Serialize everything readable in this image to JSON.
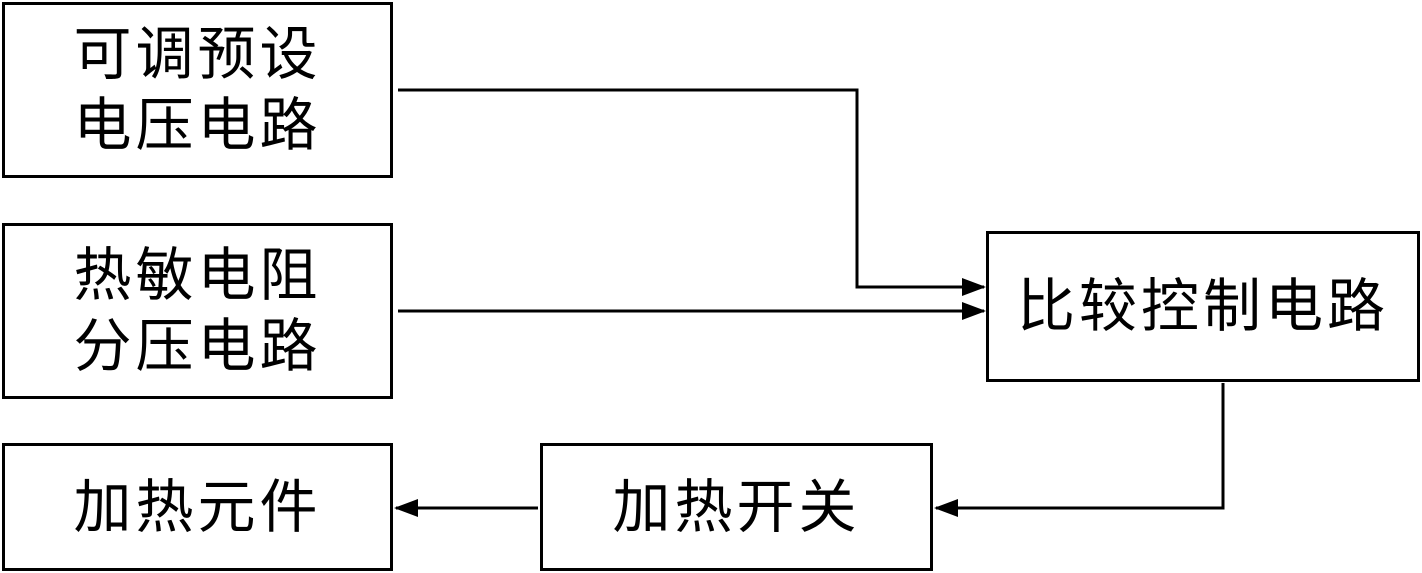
{
  "diagram": {
    "blocks": {
      "preset_voltage": {
        "line1": "可调预设",
        "line2": "电压电路"
      },
      "thermistor_divider": {
        "line1": "热敏电阻",
        "line2": "分压电路"
      },
      "heating_element": {
        "label": "加热元件"
      },
      "heating_switch": {
        "label": "加热开关"
      },
      "compare_control": {
        "label": "比较控制电路"
      }
    },
    "connections": [
      {
        "from": "preset_voltage",
        "to": "compare_control"
      },
      {
        "from": "thermistor_divider",
        "to": "compare_control"
      },
      {
        "from": "compare_control",
        "to": "heating_switch"
      },
      {
        "from": "heating_switch",
        "to": "heating_element"
      }
    ],
    "line_color": "#000000"
  }
}
